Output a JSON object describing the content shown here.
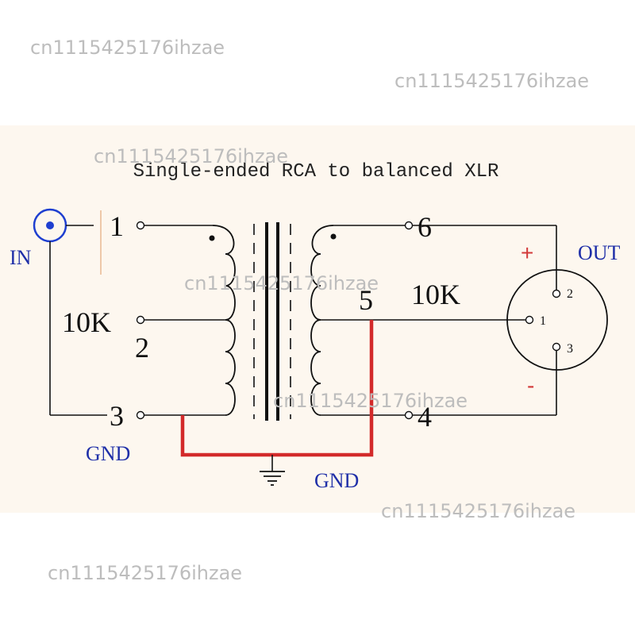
{
  "title": "Single-ended RCA to balanced XLR",
  "watermark": "cn1115425176ihzae",
  "labels": {
    "in": "IN",
    "out": "OUT",
    "gnd_left": "GND",
    "gnd_center": "GND",
    "primary_impedance": "10K",
    "secondary_impedance": "10K",
    "plus": "+",
    "minus": "-"
  },
  "terminals": {
    "t1": "1",
    "t2": "2",
    "t3": "3",
    "t4": "4",
    "t5": "5",
    "t6": "6"
  },
  "xlr_pins": {
    "p1": "1",
    "p2": "2",
    "p3": "3"
  },
  "colors": {
    "background_band": "#fdf7ef",
    "wire": "#111111",
    "ground_wire": "#d32a2a",
    "label_blue": "#1f2fa8",
    "sign_red": "#d23a3a",
    "rca_blue": "#1f3fd0",
    "watermark": "#bdbdbd"
  }
}
